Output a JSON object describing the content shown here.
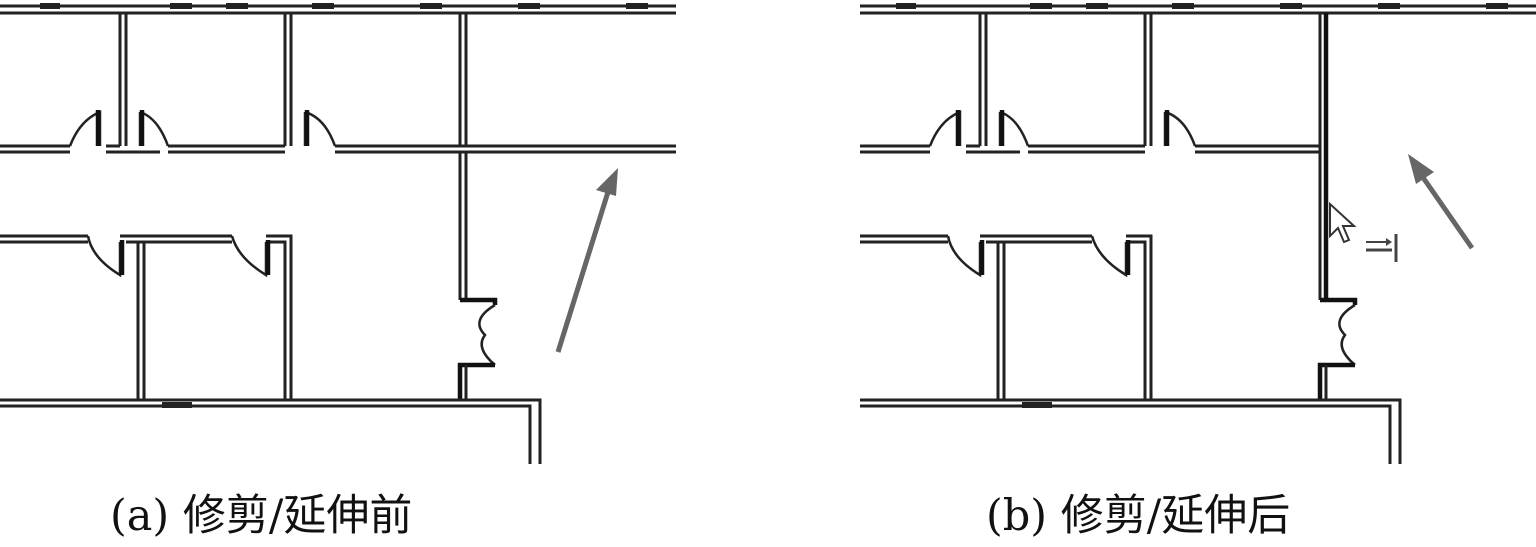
{
  "panels": [
    {
      "id": "a",
      "caption": "(a) 修剪/延伸前"
    },
    {
      "id": "b",
      "caption": "(b) 修剪/延伸后"
    }
  ],
  "colors": {
    "wall": "#222222",
    "arrow": "#666666",
    "background": "#ffffff"
  },
  "icons": [
    "arrow-pointer-icon",
    "cursor-icon",
    "trim-extend-icon"
  ]
}
